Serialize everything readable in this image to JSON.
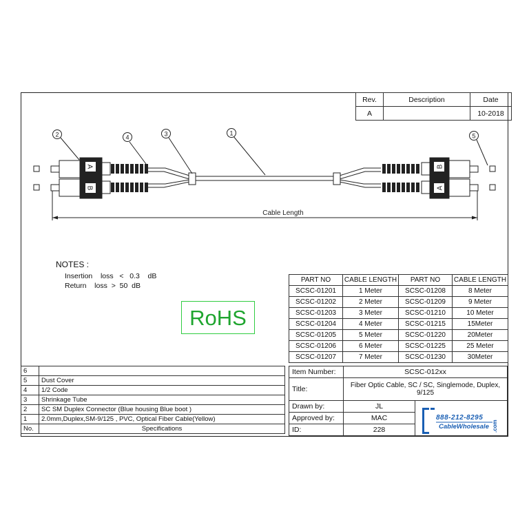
{
  "revision_block": {
    "headers": [
      "Rev.",
      "Description",
      "Date"
    ],
    "row": {
      "rev": "A",
      "description": "",
      "date": "10-2018"
    }
  },
  "callouts": [
    "1",
    "2",
    "3",
    "4",
    "5"
  ],
  "connector_letters": [
    "A",
    "B",
    "B",
    "A"
  ],
  "cable_length_label": "Cable Length",
  "notes": {
    "heading": "NOTES :",
    "lines": [
      "Insertion    loss   <   0.3    dB",
      "Return    loss  >  50  dB"
    ]
  },
  "rohs_label": "RoHS",
  "parts_table": {
    "headers": [
      "PART NO",
      "CABLE  LENGTH",
      "PART NO",
      "CABLE  LENGTH"
    ],
    "rows": [
      [
        "SCSC-01201",
        "1 Meter",
        "SCSC-01208",
        "8 Meter"
      ],
      [
        "SCSC-01202",
        "2 Meter",
        "SCSC-01209",
        "9 Meter"
      ],
      [
        "SCSC-01203",
        "3 Meter",
        "SCSC-01210",
        "10 Meter"
      ],
      [
        "SCSC-01204",
        "4 Meter",
        "SCSC-01215",
        "15Meter"
      ],
      [
        "SCSC-01205",
        "5 Meter",
        "SCSC-01220",
        "20Meter"
      ],
      [
        "SCSC-01206",
        "6 Meter",
        "SCSC-01225",
        "25 Meter"
      ],
      [
        "SCSC-01207",
        "7 Meter",
        "SCSC-01230",
        "30Meter"
      ]
    ]
  },
  "specs_table": {
    "rows": [
      [
        "6",
        ""
      ],
      [
        "5",
        "Dust Cover"
      ],
      [
        "4",
        "1/2 Code"
      ],
      [
        "3",
        "Shrinkage Tube"
      ],
      [
        "2",
        "SC SM  Duplex Connector  (Blue housing  Blue boot )"
      ],
      [
        "1",
        "2.0mm,Duplex,SM-9/125 , PVC, Optical Fiber Cable(Yellow)"
      ]
    ],
    "footer": [
      "No.",
      "Specifications"
    ]
  },
  "title_block": {
    "item_number_label": "Item Number:",
    "item_number": "SCSC-012xx",
    "title_label": "Title:",
    "title": "Fiber Optic Cable, SC / SC, Singlemode, Duplex, 9/125",
    "drawn_by_label": "Drawn by:",
    "drawn_by": "JL",
    "approved_by_label": "Approved by:",
    "approved_by": "MAC",
    "id_label": "ID:",
    "id": "228"
  },
  "logo": {
    "phone": "888-212-8295",
    "brand": "CableWholesale",
    "suffix": ".com",
    "color": "#1a5fb4"
  },
  "colors": {
    "rohs": "#1fa52f",
    "line": "#222222"
  }
}
